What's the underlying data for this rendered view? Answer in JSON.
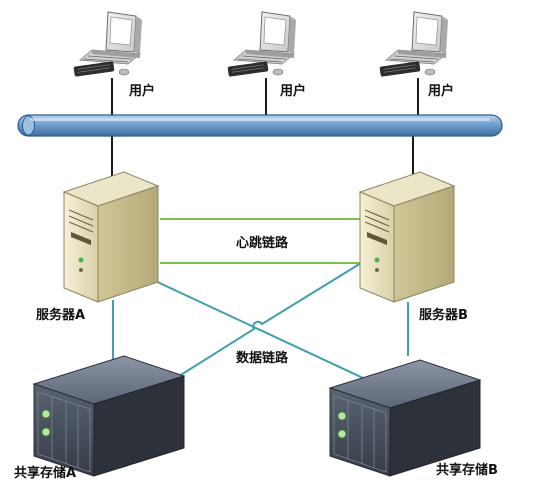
{
  "labels": {
    "user_1": "用户",
    "user_2": "用户",
    "user_3": "用户",
    "heartbeat_link": "心跳链路",
    "data_link": "数据链路",
    "server_a": "服务器A",
    "server_b": "服务器B",
    "storage_a": "共享存储A",
    "storage_b": "共享存储B"
  },
  "colors": {
    "network_bus": "#5b8cbf",
    "heartbeat_line": "#7cc04a",
    "data_line": "#3f9fb0",
    "user_drop_line": "#1a1a1a",
    "server_body": "#e8e2c4",
    "storage_body": "#4a5260"
  },
  "icons": {
    "user": "desktop-computer-icon",
    "server": "tower-server-icon",
    "storage": "rack-storage-icon"
  }
}
